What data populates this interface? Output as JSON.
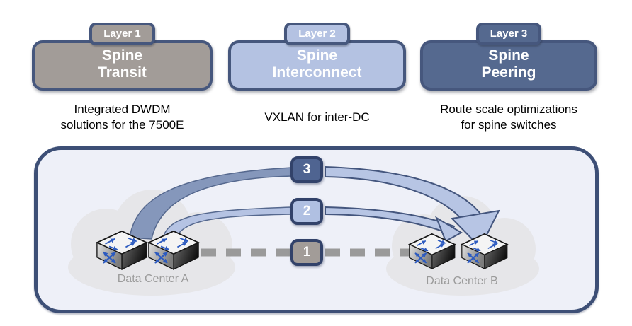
{
  "layers": [
    {
      "badge": "Layer 1",
      "title_line1": "Spine",
      "title_line2": "Transit",
      "desc_line1": "Integrated DWDM",
      "desc_line2": "solutions for the 7500E",
      "color": "#a29c98"
    },
    {
      "badge": "Layer 2",
      "title_line1": "Spine",
      "title_line2": "Interconnect",
      "desc_line1": "VXLAN for inter-DC",
      "desc_line2": "",
      "color": "#b4c2e2"
    },
    {
      "badge": "Layer 3",
      "title_line1": "Spine",
      "title_line2": "Peering",
      "desc_line1": "Route scale optimizations",
      "desc_line2": "for spine switches",
      "color": "#55698f"
    }
  ],
  "diagram": {
    "site_a_label": "Data Center A",
    "site_b_label": "Data Center B",
    "link_badges": [
      {
        "label": "3",
        "color": "#4f6491"
      },
      {
        "label": "2",
        "color": "#b0c0e2"
      },
      {
        "label": "1",
        "color": "#a29c98"
      }
    ],
    "colors": {
      "panel_border": "#3d4f76",
      "panel_fill": "#eef0f8",
      "badge_border": "#32426a",
      "box_border": "#46577d",
      "arc_dark_fill": "#8597bb",
      "arc_light_fill": "#b7c5e4",
      "arc_outline": "#4c5f87",
      "dashed_link": "#9a9a9a",
      "site_label_text": "#9b9b9b",
      "cloud": "#e6e6e9"
    }
  }
}
